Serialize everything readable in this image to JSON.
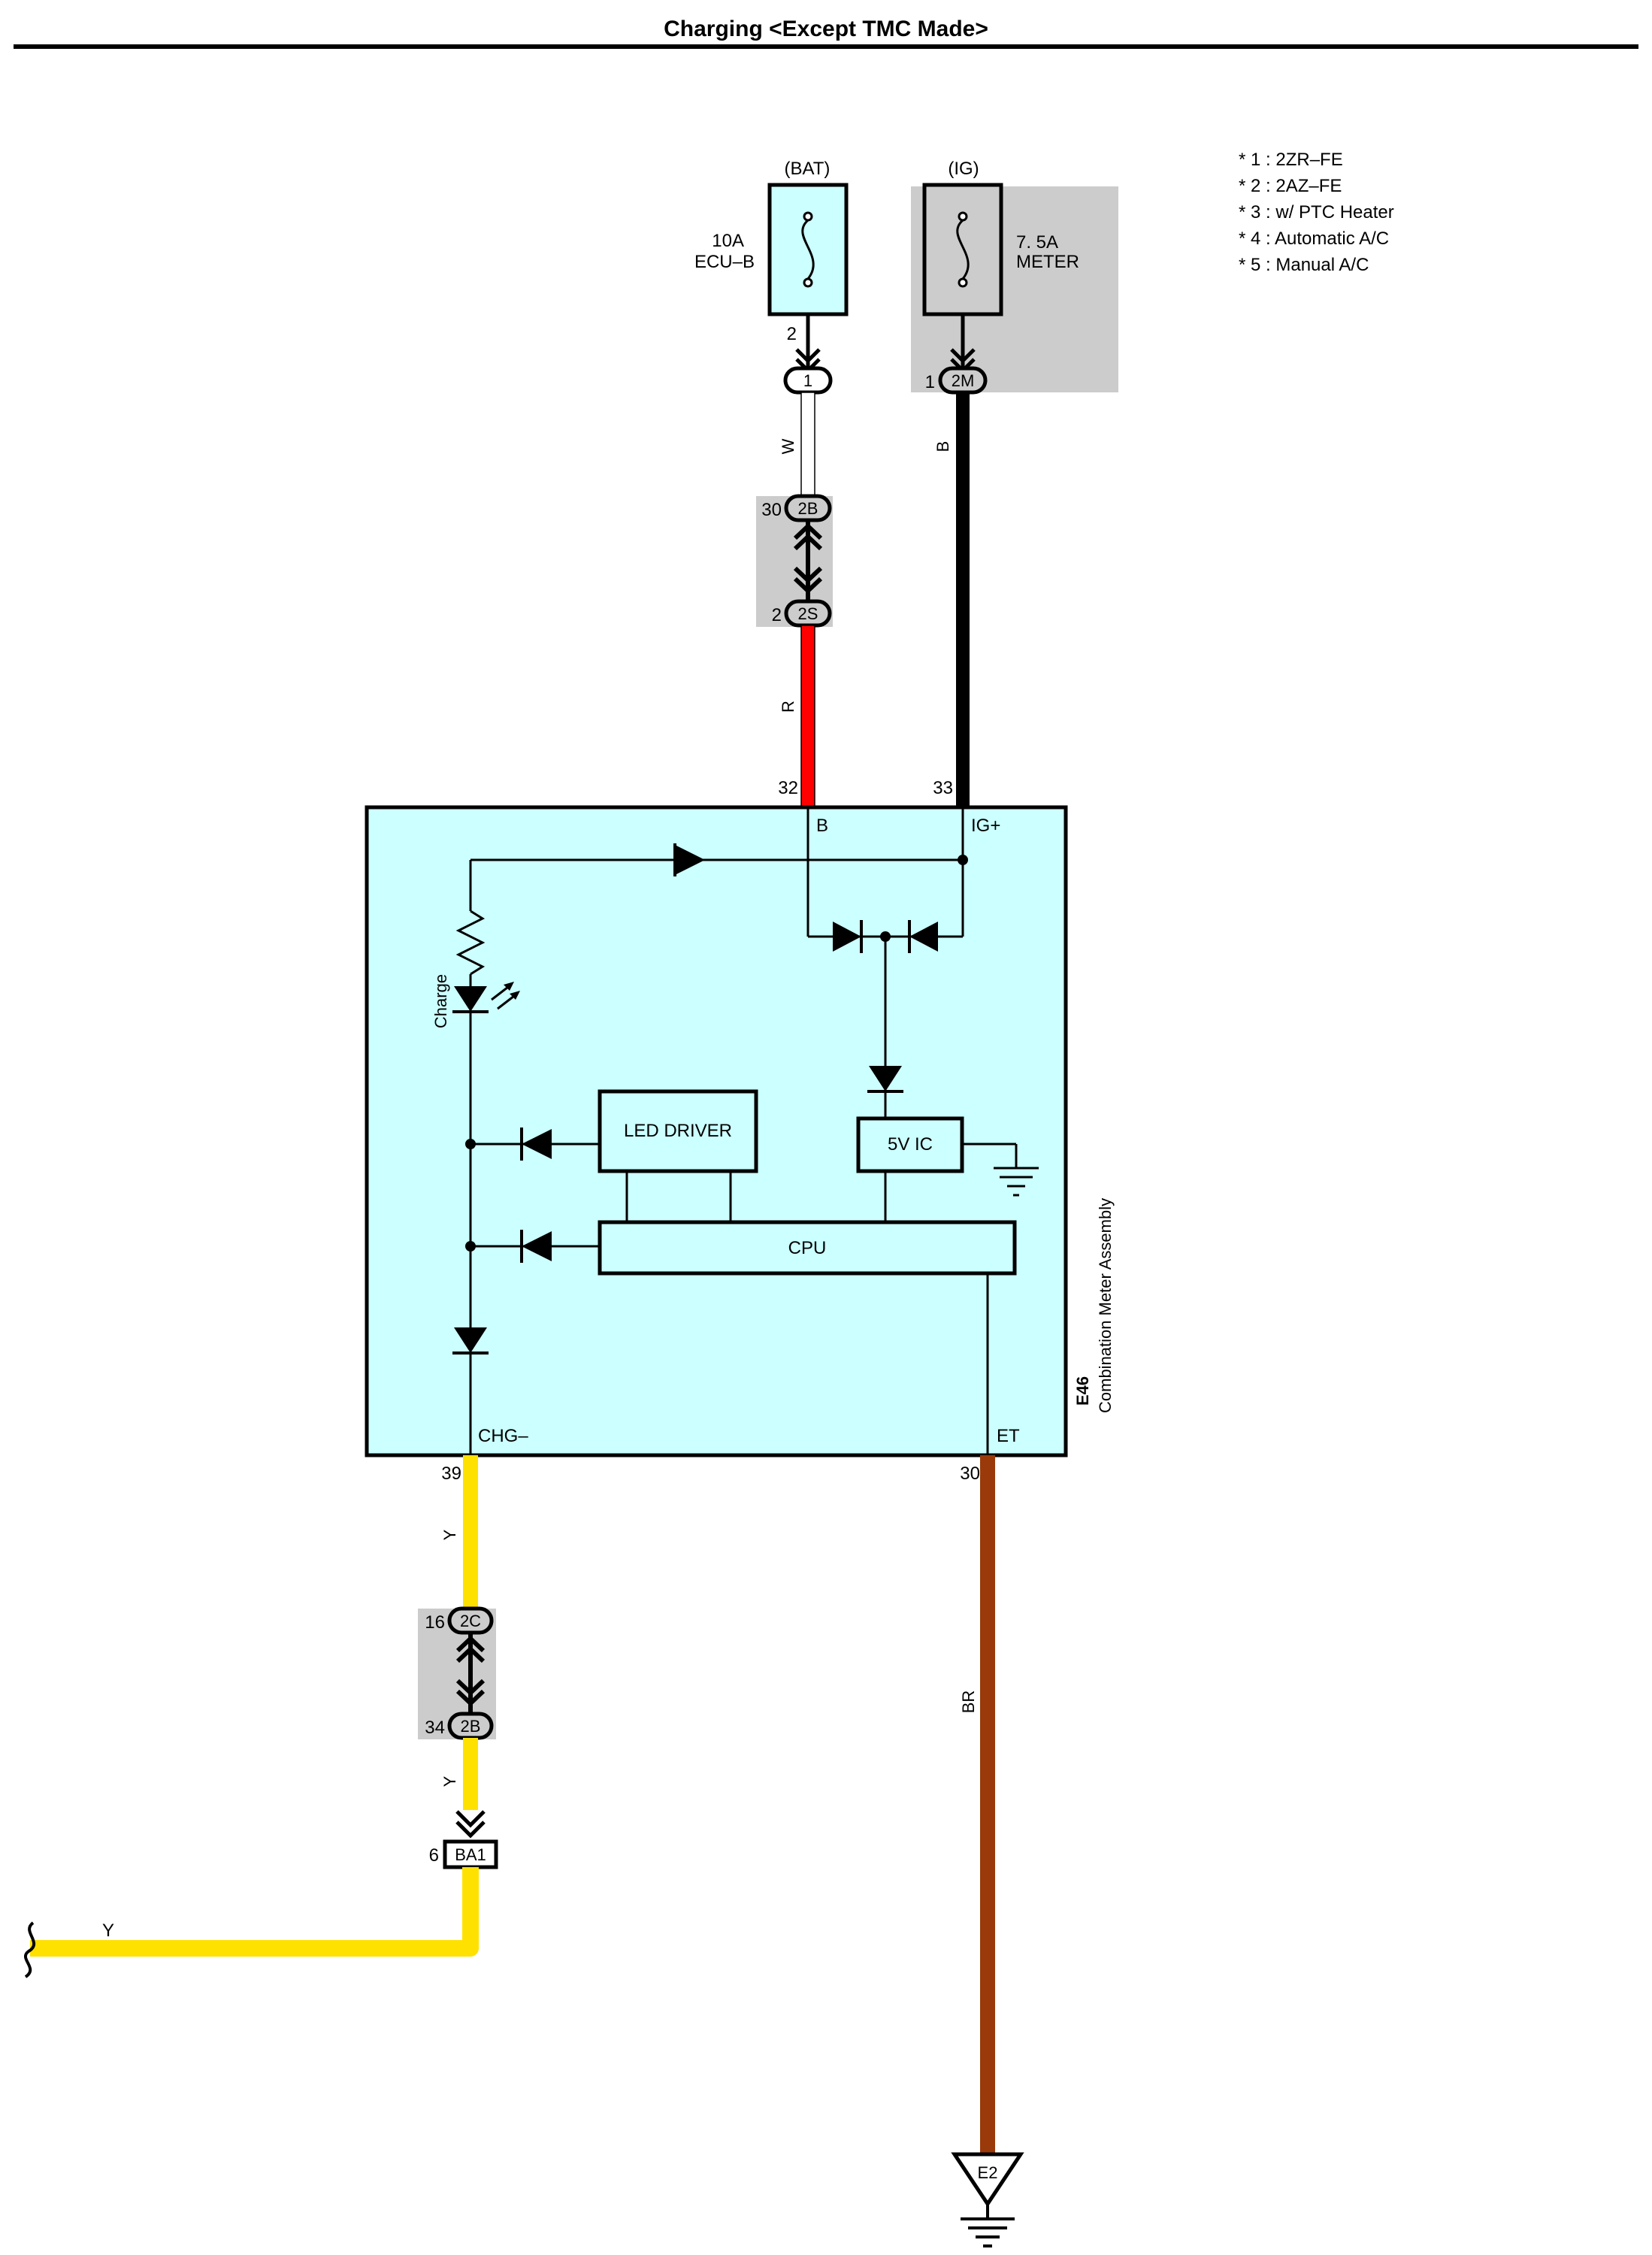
{
  "title": "Charging <Except TMC Made>",
  "notes": [
    "* 1 : 2ZR–FE",
    "* 2 : 2AZ–FE",
    "* 3 : w/ PTC Heater",
    "* 4 : Automatic A/C",
    "* 5 : Manual A/C"
  ],
  "fuses": {
    "bat": {
      "source": "(BAT)",
      "rating": "10A",
      "name": "ECU–B",
      "pin": "2"
    },
    "ig": {
      "source": "(IG)",
      "rating": "7. 5A",
      "name": "METER",
      "pin": "1"
    }
  },
  "connectors": {
    "c1": "1",
    "c2m": "2M",
    "c2b_top": "2B",
    "c2b_top_pin": "30",
    "c2s": "2S",
    "c2s_pin": "2",
    "c2c": "2C",
    "c2c_pin": "16",
    "c2b_bot": "2B",
    "c2b_bot_pin": "34",
    "ba1": "BA1",
    "ba1_pin": "6"
  },
  "wires": {
    "w": "W",
    "b": "B",
    "r": "R",
    "y1": "Y",
    "y2": "Y",
    "y3": "Y",
    "br": "BR"
  },
  "wire_colors": {
    "white": "#ffffff",
    "black": "#000000",
    "red": "#ff0000",
    "yellow": "#ffe100",
    "brown": "#9a3a0a"
  },
  "meter": {
    "id": "E46",
    "name": "Combination Meter Assembly",
    "pin_b": "32",
    "label_b": "B",
    "pin_ig": "33",
    "label_ig": "IG+",
    "pin_chg": "39",
    "label_chg": "CHG–",
    "pin_et": "30",
    "label_et": "ET",
    "led_label": "Charge",
    "led_driver": "LED DRIVER",
    "ic5v": "5V IC",
    "cpu": "CPU",
    "fill": "#ccffff"
  },
  "ground": "E2"
}
